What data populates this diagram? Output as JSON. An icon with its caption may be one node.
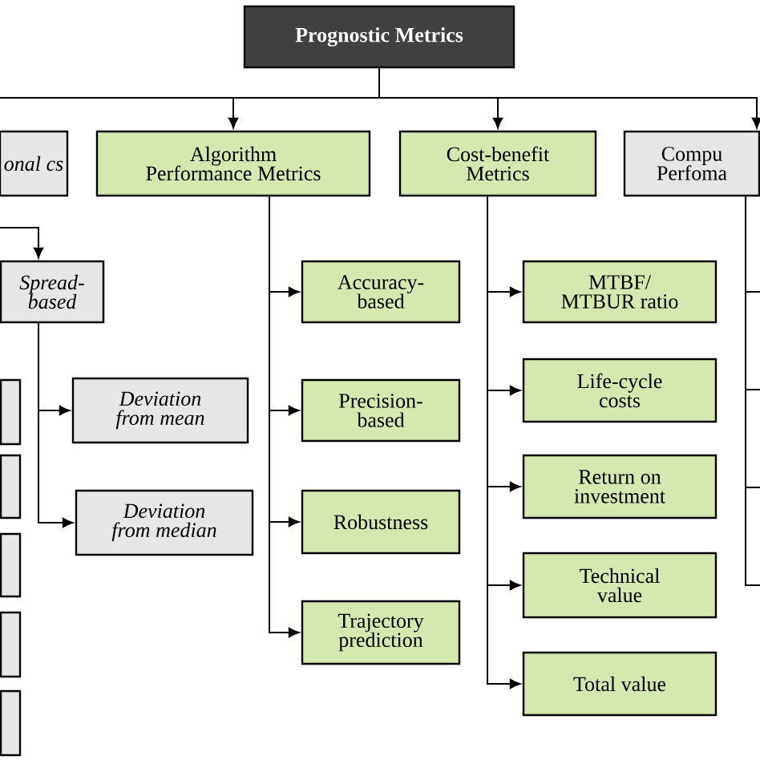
{
  "diagram": {
    "nodes": [
      {
        "text": [
          "Prognostic Metrics"
        ]
      },
      {
        "text": [
          "onal cs"
        ]
      },
      {
        "text": [
          "Algorithm Performance Metrics"
        ]
      },
      {
        "text": [
          "Cost-benefit Metrics"
        ]
      },
      {
        "text": [
          "Compu Perfoma"
        ]
      },
      {
        "text": [
          "Spread-based"
        ]
      },
      {
        "text": [],
        "shape": "box"
      },
      {
        "text": [],
        "shape": "box"
      },
      {
        "text": [],
        "shape": "box"
      },
      {
        "text": [],
        "shape": "box"
      },
      {
        "text": [],
        "shape": "box"
      },
      {
        "text": [
          "Deviation from mean"
        ]
      },
      {
        "text": [
          "Deviation from median"
        ]
      },
      {
        "text": [
          "Accuracy-based"
        ]
      },
      {
        "text": [
          "Precision-based"
        ]
      },
      {
        "text": [
          "Robustness"
        ]
      },
      {
        "text": [
          "Trajectory prediction"
        ]
      },
      {
        "text": [
          "MTBF/ MTBUR ratio"
        ]
      },
      {
        "text": [
          "Life-cycle costs"
        ]
      },
      {
        "text": [
          "Return on investment"
        ]
      },
      {
        "text": [
          "Technical value"
        ]
      },
      {
        "text": [
          "Total value"
        ]
      }
    ],
    "edges": [
      {
        "from": 0,
        "to": 2,
        "arrow": "to"
      },
      {
        "from": 0,
        "to": 3,
        "arrow": "to"
      },
      {
        "from": 0,
        "to": 4,
        "arrow": "to"
      },
      {
        "from": null,
        "to": 5,
        "arrow": "to"
      },
      {
        "from": 5,
        "to": 11,
        "arrow": "to"
      },
      {
        "from": 5,
        "to": 12,
        "arrow": "to"
      },
      {
        "from": 2,
        "to": 13,
        "arrow": "to"
      },
      {
        "from": 2,
        "to": 14,
        "arrow": "to"
      },
      {
        "from": 2,
        "to": 15,
        "arrow": "to"
      },
      {
        "from": 2,
        "to": 16,
        "arrow": "to"
      },
      {
        "from": 3,
        "to": 17,
        "arrow": "to"
      },
      {
        "from": 3,
        "to": 18,
        "arrow": "to"
      },
      {
        "from": 3,
        "to": 19,
        "arrow": "to"
      },
      {
        "from": 3,
        "to": 20,
        "arrow": "to"
      },
      {
        "from": 3,
        "to": 21,
        "arrow": "to"
      },
      {
        "from": 4,
        "to": null,
        "arrow": "none"
      },
      {
        "from": 4,
        "to": null,
        "arrow": "none"
      },
      {
        "from": 4,
        "to": null,
        "arrow": "none"
      },
      {
        "from": 4,
        "to": null,
        "arrow": "none"
      }
    ]
  }
}
